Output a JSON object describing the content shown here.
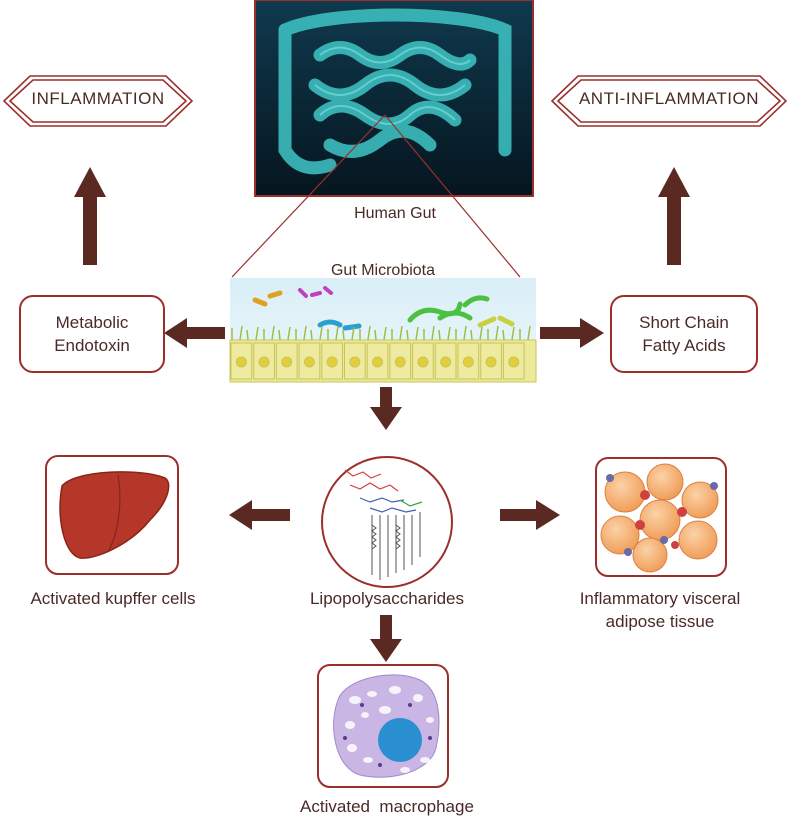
{
  "nodes": {
    "human_gut": "Human Gut",
    "gut_microbiota": "Gut Microbiota",
    "inflammation": "INFLAMMATION",
    "anti_inflammation": "ANTI-INFLAMMATION",
    "metabolic_endotoxin_line1": "Metabolic",
    "metabolic_endotoxin_line2": "Endotoxin",
    "scfa_line1": "Short Chain",
    "scfa_line2": "Fatty Acids",
    "kupffer": "Activated kupffer cells",
    "lps": "Lipopolysaccharides",
    "adipose_line1": "Inflammatory visceral",
    "adipose_line2": "adipose tissue",
    "macrophage": "Activated  macrophage"
  },
  "colors": {
    "arrow": "#5a2a22",
    "border": "#9b2f2c",
    "liver": "#b5372a",
    "adipocyte": "#f4a96a",
    "macrophage_body": "#c9b6e4",
    "nucleus": "#2a8fd0",
    "gut_bg": "#0b2a3a",
    "gut_tissue": "#3fc6c6",
    "epithelium": "#e9e58c"
  }
}
